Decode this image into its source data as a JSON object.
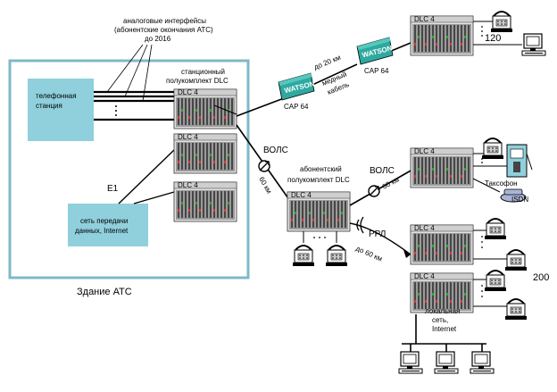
{
  "building": {
    "caption": "Здание АТС",
    "pbx_line1": "телефонная",
    "pbx_line2": "станция",
    "data_net_line1": "сеть передачи",
    "data_net_line2": "данных, Internet",
    "e1_label": "E1"
  },
  "analog_note": {
    "line1": "аналоговые интерфейсы",
    "line2": "(абонентские окончания АТС)",
    "line3": "до 2016"
  },
  "station_dlc": {
    "line1": "станционный",
    "line2": "полукомплект DLC"
  },
  "subscriber_dlc": {
    "line1": "абонентский",
    "line2": "полукомплект DLC"
  },
  "links": {
    "fiber_label": "ВОЛС",
    "fiber_distance": "60 км",
    "fiber2_label": "ВОЛС",
    "fiber2_distance": "60 км",
    "radio_label": "РРЛ",
    "radio_distance": "до 60 км",
    "copper_distance": "до 20 км",
    "copper_line1": "медный",
    "copper_line2": "кабель"
  },
  "modems": [
    {
      "brand": "WATSON",
      "model": "CAP 64"
    },
    {
      "brand": "WATSON",
      "model": "CAP 64"
    }
  ],
  "rack_label": "DLC 4",
  "remote_nodes": {
    "top_count": "120",
    "bottom_count": "200",
    "payphone_label": "Таксофон",
    "isdn_label": "ISDN",
    "lan_line1": "локальная",
    "lan_line2": "сеть,",
    "lan_line3": "Internet"
  },
  "colors": {
    "building_border": "#7fb8c8",
    "box_fill": "#8fd0dc",
    "rack_fill": "#d8d8d8",
    "rack_dark": "#555555",
    "modem_fill": "#2fa9a0",
    "line": "#000000"
  }
}
